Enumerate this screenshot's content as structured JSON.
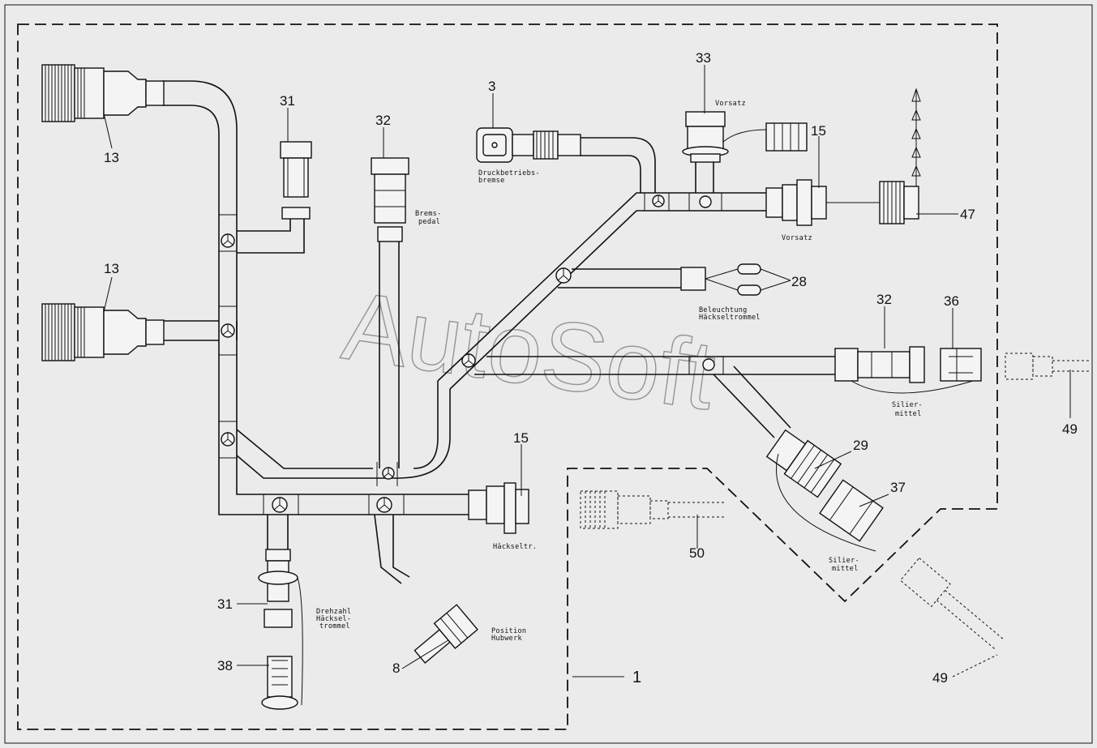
{
  "watermark": "AutoSoft",
  "callouts": {
    "c13a": "13",
    "c13b": "13",
    "c31a": "31",
    "c31b": "31",
    "c32a": "32",
    "c32b": "32",
    "c3": "3",
    "c33": "33",
    "c15a": "15",
    "c15b": "15",
    "c47": "47",
    "c28": "28",
    "c36": "36",
    "c49a": "49",
    "c49b": "49",
    "c29": "29",
    "c37": "37",
    "c50": "50",
    "c8": "8",
    "c38": "38",
    "c1": "1"
  },
  "labels": {
    "vorsatz_top": "Vorsatz",
    "vorsatz_mid": "Vorsatz",
    "druck_1": "Druckbetriebs-",
    "druck_2": "bremse",
    "brems_1": "Brems-",
    "brems_2": "pedal",
    "beleuchtung_1": "Beleuchtung",
    "beleuchtung_2": "Häckseltrommel",
    "silier_a1": "Silier-",
    "silier_a2": "mittel",
    "silier_b1": "Silier-",
    "silier_b2": "mittel",
    "haeckseltr": "Häckseltr.",
    "drehzahl_1": "Drehzahl",
    "drehzahl_2": "Häcksel-",
    "drehzahl_3": "trommel",
    "position_1": "Position",
    "position_2": "Hubwerk"
  }
}
